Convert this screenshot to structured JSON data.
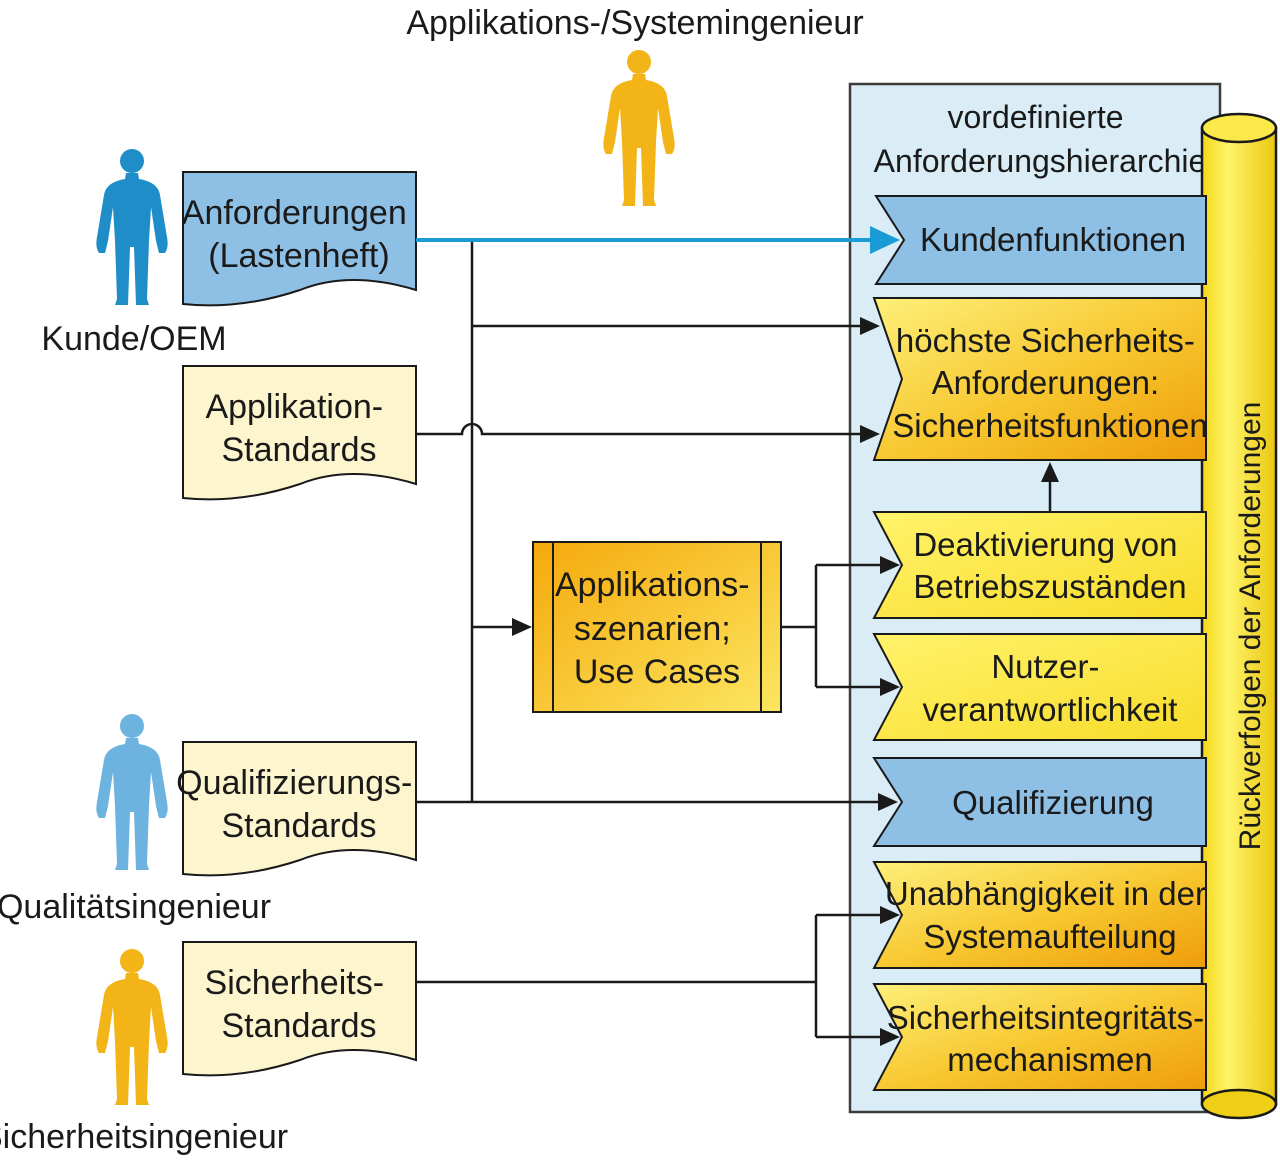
{
  "roles": {
    "system_engineer": "Applikations-/Systemingenieur",
    "customer": "Kunde/OEM",
    "quality_engineer": "Qualitätsingenieur",
    "safety_engineer": "Sicherheitsingenieur"
  },
  "sources": {
    "requirements": [
      "Anforderungen",
      "(Lastenheft)"
    ],
    "application_standards": [
      "Applikation-",
      "Standards"
    ],
    "qualification_standards": [
      "Qualifizierungs-",
      "Standards"
    ],
    "safety_standards": [
      "Sicherheits-",
      "Standards"
    ]
  },
  "use_cases": [
    "Applikations-",
    "szenarien;",
    "Use Cases"
  ],
  "hierarchy": {
    "header": [
      "vordefinierte",
      "Anforderungshierarchie"
    ],
    "items": {
      "customer_functions": [
        "Kundenfunktionen"
      ],
      "safety_functions": [
        "höchste Sicherheits-",
        "Anforderungen:",
        "Sicherheitsfunktionen"
      ],
      "deactivation": [
        "Deaktivierung von",
        "Betriebszuständen"
      ],
      "user_responsibility": [
        "Nutzer-",
        "verantwortlichkeit"
      ],
      "qualification": [
        "Qualifizierung"
      ],
      "independence": [
        "Unabhängigkeit in der",
        "Systemaufteilung"
      ],
      "integrity": [
        "Sicherheitsintegritäts-",
        "mechanismen"
      ]
    }
  },
  "traceability": "Rückverfolgen der Anforderungen",
  "colors": {
    "blue_person": "#1f8ec8",
    "light_blue_person": "#6cb3e0",
    "yellow_person": "#f2b416",
    "blue_box": "#8ebfe4",
    "cream_box": "#fdf5cd",
    "yellow_box": "#fbe83c",
    "orange_box": "#f2a90b",
    "panel": "#daedf6",
    "arrow_blue": "#1a9bd6",
    "line": "#1a1a1a"
  }
}
